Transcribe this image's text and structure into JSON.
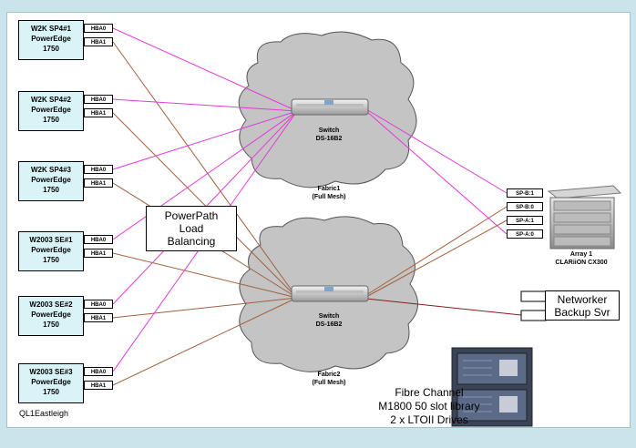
{
  "hosts": [
    {
      "line1": "W2K SP4#1",
      "line2": "PowerEdge",
      "line3": "1750",
      "hba0": "HBA0",
      "hba1": "HBA1"
    },
    {
      "line1": "W2K SP4#2",
      "line2": "PowerEdge",
      "line3": "1750",
      "hba0": "HBA0",
      "hba1": "HBA1"
    },
    {
      "line1": "W2K SP4#3",
      "line2": "PowerEdge",
      "line3": "1750",
      "hba0": "HBA0",
      "hba1": "HBA1"
    },
    {
      "line1": "W2003 SE#1",
      "line2": "PowerEdge",
      "line3": "1750",
      "hba0": "HBA0",
      "hba1": "HBA1"
    },
    {
      "line1": "W2003 SE#2",
      "line2": "PowerEdge",
      "line3": "1750",
      "hba0": "HBA0",
      "hba1": "HBA1"
    },
    {
      "line1": "W2003 SE#3",
      "line2": "PowerEdge",
      "line3": "1750",
      "hba0": "HBA0",
      "hba1": "HBA1"
    }
  ],
  "site_label": "QL1Eastleigh",
  "switch1": {
    "line1": "Switch",
    "line2": "DS-16B2",
    "fabric1": "Fabric1",
    "fabric2": "(Full Mesh)"
  },
  "switch2": {
    "line1": "Switch",
    "line2": "DS-16B2",
    "fabric1": "Fabric2",
    "fabric2": "(Full Mesh)"
  },
  "powerpath": {
    "line1": "PowerPath",
    "line2": "Load",
    "line3": "Balancing"
  },
  "array": {
    "ports": [
      "SP-B:1",
      "SP-B:0",
      "SP-A:1",
      "SP-A:0"
    ],
    "line1": "Array 1",
    "line2": "CLARiiON CX300"
  },
  "networker": {
    "line1": "Networker",
    "line2": "Backup Svr"
  },
  "library": {
    "line1": "Fibre Channel",
    "line2": "M1800 50  slot library",
    "line3": "2 x LTOII Drives"
  },
  "colors": {
    "fabric1_link": "#e23ad6",
    "fabric2_link": "#a0603d",
    "backup_link": "#8b1a1a",
    "cloud": "#c4c4c4",
    "host_fill": "#d9f4f7",
    "background": "#c9e4ea"
  }
}
